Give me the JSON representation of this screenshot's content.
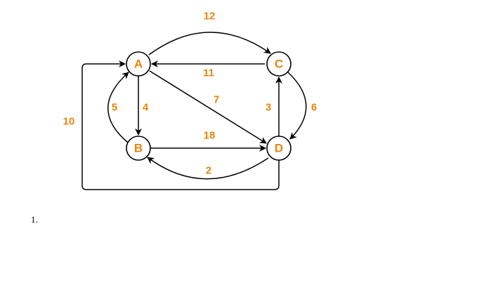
{
  "diagram": {
    "colors": {
      "label": "#e8850b",
      "stroke": "#000000",
      "node_fill": "#ffffff"
    },
    "nodes": [
      {
        "id": "A",
        "label": "A"
      },
      {
        "id": "B",
        "label": "B"
      },
      {
        "id": "C",
        "label": "C"
      },
      {
        "id": "D",
        "label": "D"
      }
    ],
    "edges": [
      {
        "from": "A",
        "to": "C",
        "weight": "12"
      },
      {
        "from": "C",
        "to": "A",
        "weight": "11"
      },
      {
        "from": "A",
        "to": "D",
        "weight": "7"
      },
      {
        "from": "A",
        "to": "B",
        "weight": "4"
      },
      {
        "from": "B",
        "to": "A",
        "weight": "5"
      },
      {
        "from": "B",
        "to": "D",
        "weight": "18"
      },
      {
        "from": "D",
        "to": "B",
        "weight": "2"
      },
      {
        "from": "D",
        "to": "C",
        "weight": "3"
      },
      {
        "from": "C",
        "to": "D",
        "weight": "6"
      },
      {
        "from": "D",
        "to": "A",
        "weight": "10"
      }
    ]
  },
  "caption": "1."
}
